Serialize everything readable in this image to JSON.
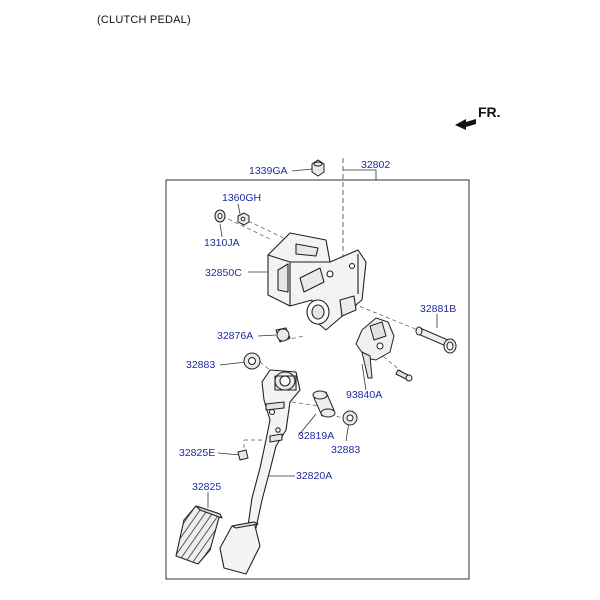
{
  "caption": "(CLUTCH PEDAL)",
  "direction_label": "FR.",
  "parts": [
    {
      "id": "1339ga",
      "label": "1339GA"
    },
    {
      "id": "32802",
      "label": "32802"
    },
    {
      "id": "1360gh",
      "label": "1360GH"
    },
    {
      "id": "1310ja",
      "label": "1310JA"
    },
    {
      "id": "32850c",
      "label": "32850C"
    },
    {
      "id": "32881b",
      "label": "32881B"
    },
    {
      "id": "32876a",
      "label": "32876A"
    },
    {
      "id": "32883-left",
      "label": "32883"
    },
    {
      "id": "93840a",
      "label": "93840A"
    },
    {
      "id": "32819a",
      "label": "32819A"
    },
    {
      "id": "32883-right",
      "label": "32883"
    },
    {
      "id": "32825e",
      "label": "32825E"
    },
    {
      "id": "32820a",
      "label": "32820A"
    },
    {
      "id": "32825",
      "label": "32825"
    }
  ],
  "colors": {
    "label": "#1f2c9c",
    "line": "#222222",
    "part_fill": "#f3f3f3"
  }
}
